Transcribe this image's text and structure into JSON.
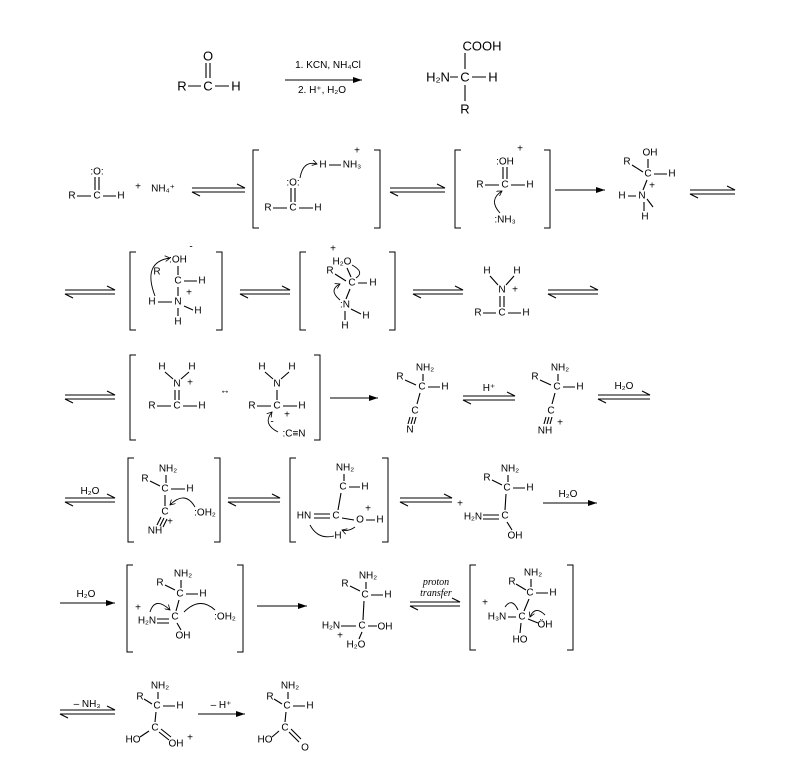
{
  "title": "Strecker amino acid synthesis mechanism",
  "overview": {
    "reagents_1": "1. KCN, NH₄Cl",
    "reagents_2": "2. H⁺, H₂O"
  },
  "arrow_labels": {
    "h_plus": "H⁺",
    "h2o": "H₂O",
    "proton": "proton",
    "transfer": "transfer",
    "minus_nh3": "– NH₃",
    "minus_h_plus": "– H⁺"
  },
  "atoms": {
    "R": "R",
    "C": "C",
    "H": "H",
    "O": "O",
    "N": "N",
    "OH": "OH",
    "NH2": "NH₂",
    "NH3": "NH₃",
    "NH4p": "NH₄⁺",
    "H2O": "H₂O",
    "OH2": ":OH₂",
    "CN": ":C≡N",
    "HO": "HO",
    "H2N": "H₂N",
    "H3N": "H₃N",
    "HN": "HN",
    "NHp": "NH",
    "plus": "+",
    "minus": "-",
    "lpO": ":O:",
    "lpOH": ":OH",
    "lpN": ":N",
    "lpNH3": ":NH₃",
    "COOH": "COOH",
    "OHlp": "ÖH",
    "resonance": "↔"
  }
}
